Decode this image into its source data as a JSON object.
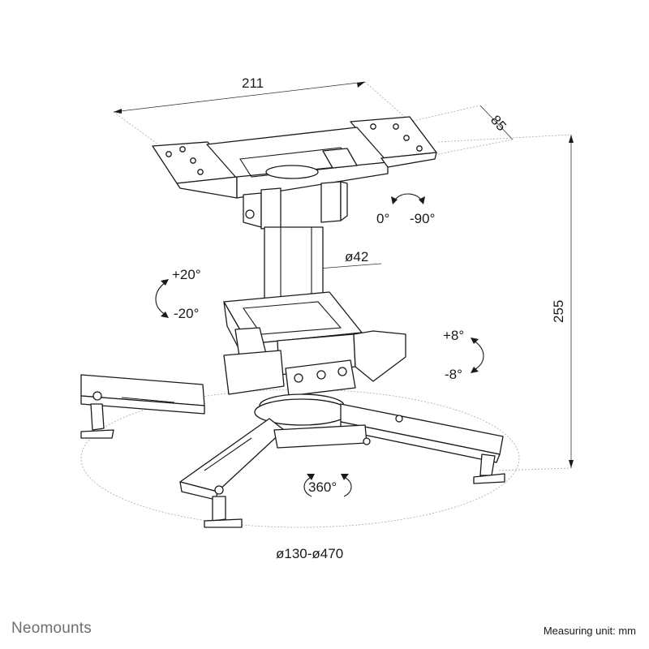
{
  "dimensions": {
    "width": "211",
    "depth": "85",
    "height": "255",
    "pole_diameter": "ø42",
    "arm_span": "ø130-ø470"
  },
  "rotations": {
    "pan_min": "0°",
    "pan_max": "-90°",
    "tilt_up": "+20°",
    "tilt_down": "-20°",
    "roll_up": "+8°",
    "roll_down": "-8°",
    "swivel": "360°"
  },
  "brand": "Neomounts",
  "unit_note": "Measuring unit: mm"
}
